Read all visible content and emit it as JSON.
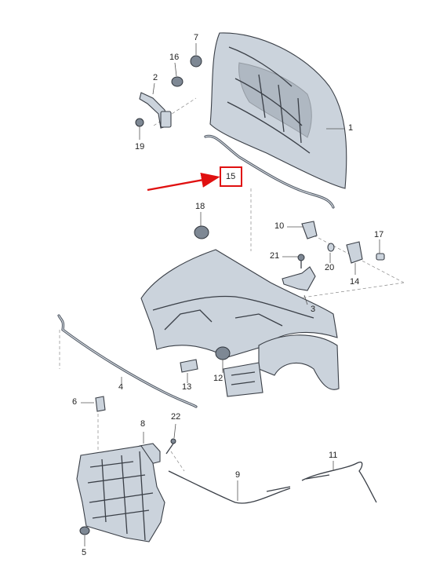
{
  "colors": {
    "highlight": "#e01010",
    "part_fill": "#cbd3dc",
    "part_stroke": "#3a3f47",
    "background": "#ffffff"
  },
  "callouts": {
    "c1": "1",
    "c2": "2",
    "c3": "3",
    "c4": "4",
    "c5": "5",
    "c6": "6",
    "c7": "7",
    "c8": "8",
    "c9": "9",
    "c10": "10",
    "c11": "11",
    "c12": "12",
    "c13": "13",
    "c14": "14",
    "c15": "15",
    "c16": "16",
    "c17": "17",
    "c18": "18",
    "c19": "19",
    "c20": "20",
    "c21": "21",
    "c22": "22"
  },
  "highlighted_part": "15",
  "pointer_icon": "red-arrow-icon"
}
